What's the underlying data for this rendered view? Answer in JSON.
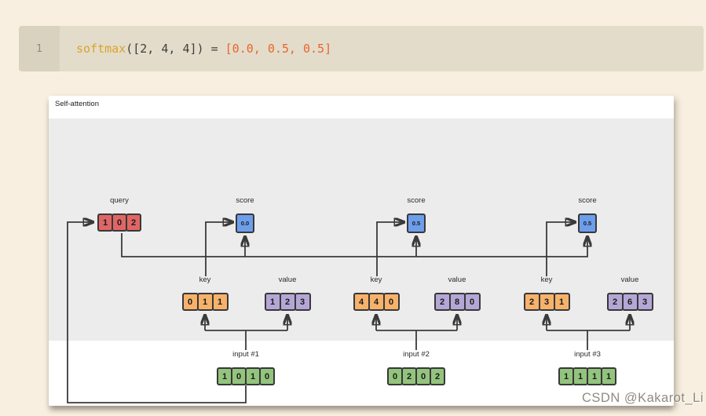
{
  "code": {
    "line_number": "1",
    "function_token": "softmax",
    "call_token": "([2, 4, 4]) = ",
    "result_token": "[0.0, 0.5, 0.5]",
    "colors": {
      "function": "#d9a52a",
      "plain": "#3f3f3f",
      "result": "#e8652d"
    }
  },
  "diagram": {
    "title": "Self-attention",
    "query": {
      "label": "query",
      "values": [
        "1",
        "0",
        "2"
      ]
    },
    "groups": [
      {
        "score": {
          "label": "score",
          "value": "0.0"
        },
        "key": {
          "label": "key",
          "values": [
            "0",
            "1",
            "1"
          ]
        },
        "value": {
          "label": "value",
          "values": [
            "1",
            "2",
            "3"
          ]
        },
        "input": {
          "label": "input #1",
          "values": [
            "1",
            "0",
            "1",
            "0"
          ]
        }
      },
      {
        "score": {
          "label": "score",
          "value": "0.5"
        },
        "key": {
          "label": "key",
          "values": [
            "4",
            "4",
            "0"
          ]
        },
        "value": {
          "label": "value",
          "values": [
            "2",
            "8",
            "0"
          ]
        },
        "input": {
          "label": "input #2",
          "values": [
            "0",
            "2",
            "0",
            "2"
          ]
        }
      },
      {
        "score": {
          "label": "score",
          "value": "0.5"
        },
        "key": {
          "label": "key",
          "values": [
            "2",
            "3",
            "1"
          ]
        },
        "value": {
          "label": "value",
          "values": [
            "2",
            "6",
            "3"
          ]
        },
        "input": {
          "label": "input #3",
          "values": [
            "1",
            "1",
            "1",
            "1"
          ]
        }
      }
    ],
    "colors": {
      "query": "#e06666",
      "score": "#6d9eeb",
      "key": "#f6b26b",
      "value": "#b4a7d6",
      "input": "#93c47d",
      "line": "#3a3a3a"
    }
  },
  "watermark": "CSDN @Kakarot_Li"
}
